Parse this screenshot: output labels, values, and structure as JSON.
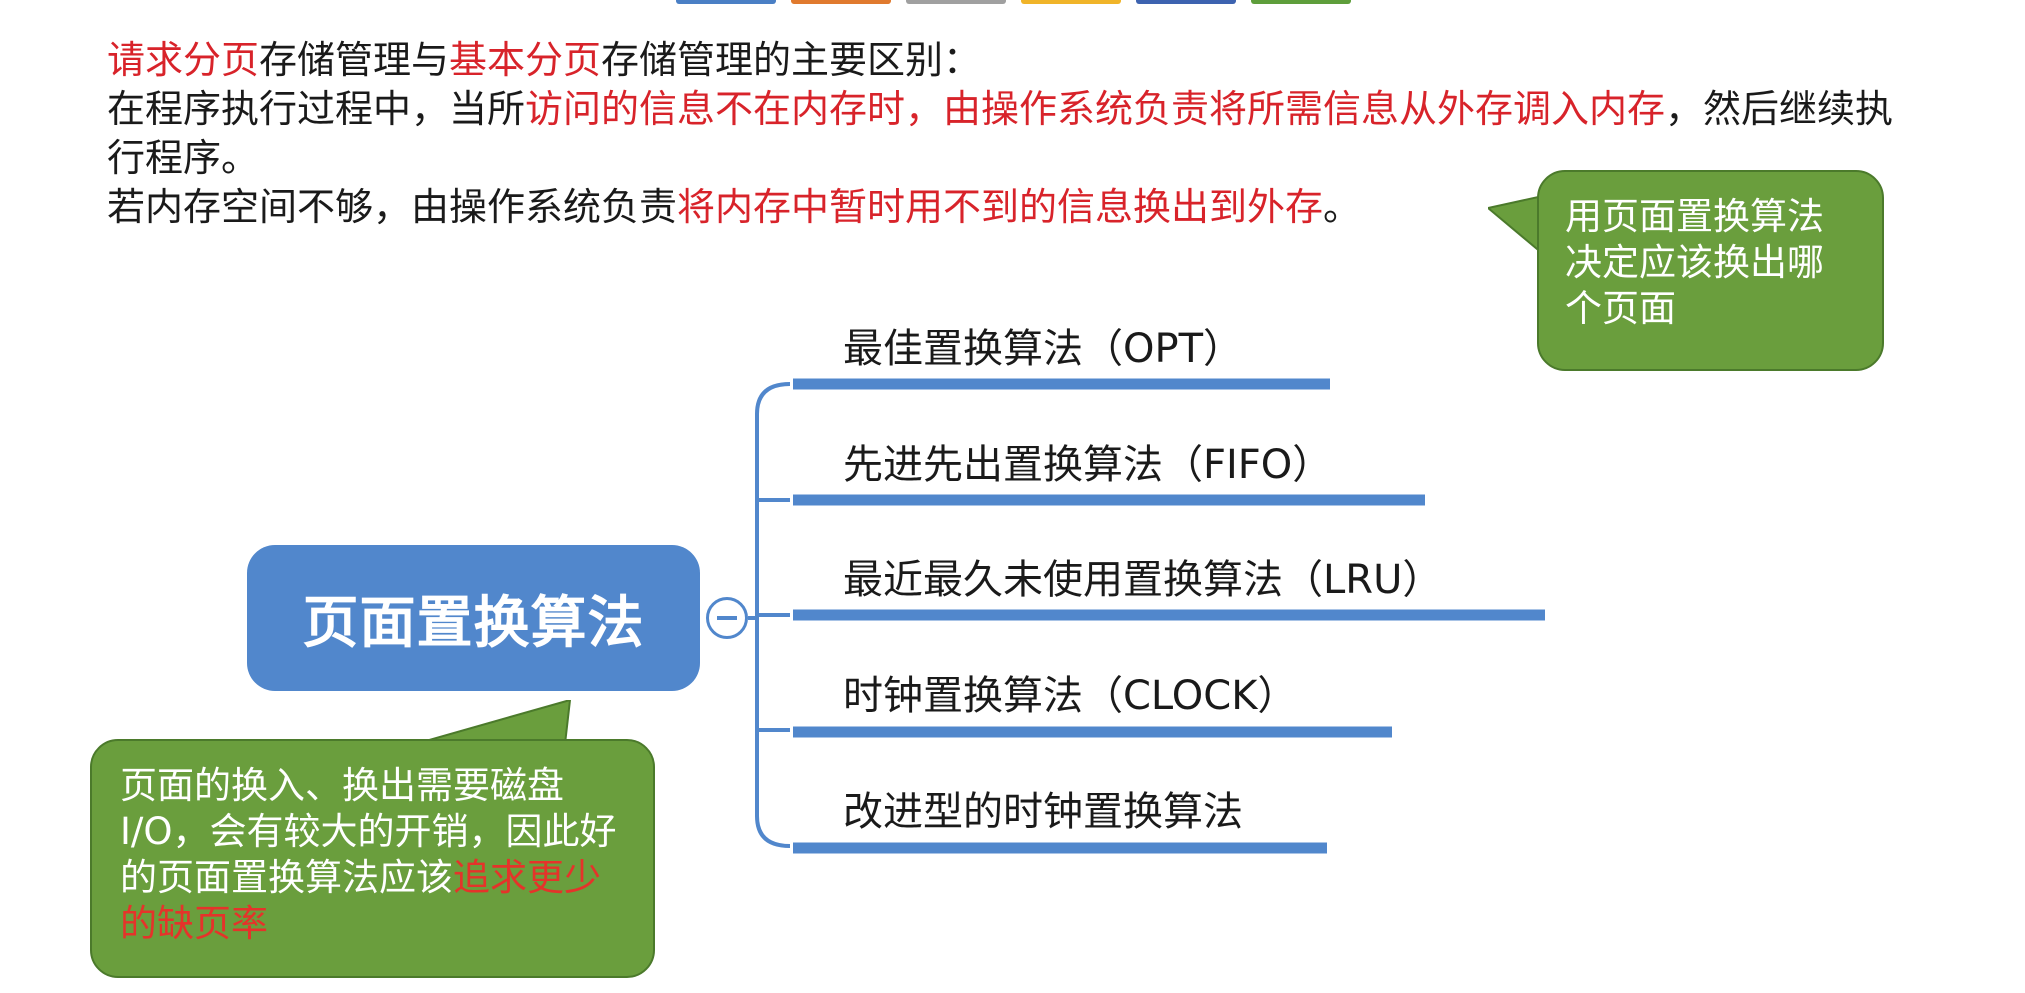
{
  "intro": {
    "line1": [
      {
        "text": "请求分页",
        "hl": true
      },
      {
        "text": "存储管理与",
        "hl": false
      },
      {
        "text": "基本分页",
        "hl": true
      },
      {
        "text": "存储管理的主要区别：",
        "hl": false
      }
    ],
    "line2": [
      {
        "text": "在程序执行过程中，当所",
        "hl": false
      },
      {
        "text": "访问的信息不在内存时，由操作系统负责将所需信息从外存调入内存",
        "hl": true
      },
      {
        "text": "，然后继续执行程序。",
        "hl": false
      }
    ],
    "line3": [
      {
        "text": "若内存空间不够，由操作系统负责",
        "hl": false
      },
      {
        "text": "将内存中暂时用不到的信息换出到外存",
        "hl": true
      },
      {
        "text": "。",
        "hl": false
      }
    ]
  },
  "callout_top": {
    "text": "用页面置换算法决定应该换出哪个页面"
  },
  "callout_bottom": {
    "text": "页面的换入、换出需要磁盘I/O，会有较大的开销，因此好的页面置换算法应该",
    "highlight": "追求更少的缺页率"
  },
  "root": {
    "label": "页面置换算法"
  },
  "branches": [
    {
      "label": "最佳置换算法（OPT）"
    },
    {
      "label": "先进先出置换算法（FIFO）"
    },
    {
      "label": "最近最久未使用置换算法（LRU）"
    },
    {
      "label": "时钟置换算法（CLOCK）"
    },
    {
      "label": "改进型的时钟置换算法"
    }
  ],
  "colors": {
    "highlight_red": "#d8232a",
    "root_blue": "#5187cc",
    "callout_green": "#6a9e3d",
    "topbar": [
      "#4a7fc5",
      "#e07a2e",
      "#a0a0a0",
      "#f0b429",
      "#3d63b0",
      "#5e9e3b"
    ]
  }
}
